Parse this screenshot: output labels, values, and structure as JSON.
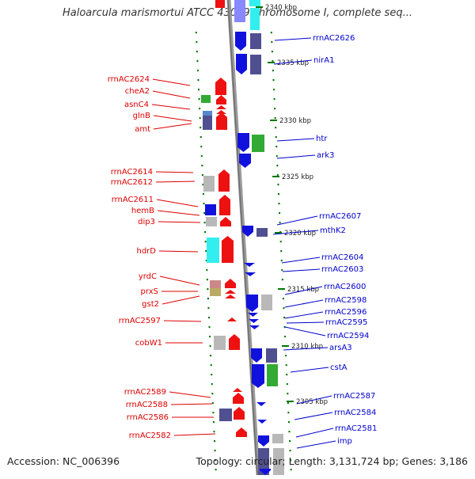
{
  "title": "Haloarcula marismortui ATCC 43049 chromosome I, complete seq...",
  "footer": {
    "accession": "Accession: NC_006396",
    "summary": "Topology: circular; Length: 3,131,724 bp; Genes: 3,186"
  },
  "colors": {
    "left_label": "#dd0000",
    "right_label": "#0000cc",
    "backbone": "#8a8a8a",
    "tick": "#007700",
    "forward_gene": "#ee1111",
    "reverse_gene": "#1111dd",
    "cds_purple": "#505090",
    "cds_green": "#33aa33",
    "cds_cyan": "#33eeee",
    "cds_grey": "#b8b8b8"
  },
  "scale_labels": [
    "2340 kbp",
    "2335 kbp",
    "2330 kbp",
    "2325 kbp",
    "2320 kbp",
    "2315 kbp",
    "2310 kbp",
    "2305 kbp"
  ],
  "left_labels": [
    "rrnAC2624",
    "cheA2",
    "asnC4",
    "glnB",
    "amt",
    "rrnAC2614",
    "rrnAC2612",
    "rrnAC2611",
    "hemB",
    "dip3",
    "hdrD",
    "yrdC",
    "prxS",
    "gst2",
    "rrnAC2597",
    "cobW1",
    "rrnAC2589",
    "rrnAC2588",
    "rrnAC2586",
    "rrnAC2582"
  ],
  "right_labels": [
    "rrnAC2626",
    "nirA1",
    "htr",
    "ark3",
    "rrnAC2607",
    "mthK2",
    "rrnAC2604",
    "rrnAC2603",
    "rrnAC2600",
    "rrnAC2598",
    "rrnAC2596",
    "rrnAC2595",
    "rrnAC2594",
    "arsA3",
    "cstA",
    "rrnAC2587",
    "rrnAC2584",
    "rrnAC2581",
    "imp"
  ]
}
